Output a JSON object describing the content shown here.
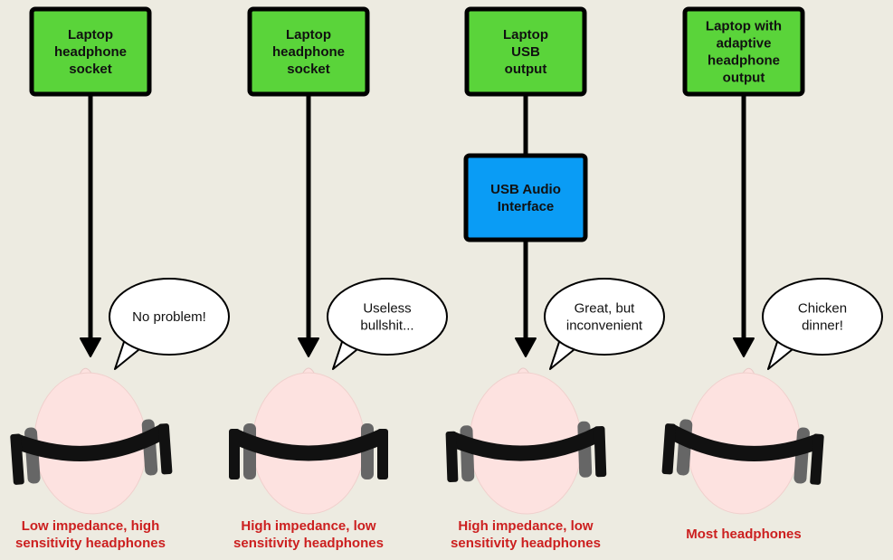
{
  "colors": {
    "background": "#edebe1",
    "laptop_box": "#5ad43a",
    "interface_box": "#0a9cf5",
    "head": "#fde2e0",
    "caption": "#cc1f1f",
    "band": "#111111",
    "earcup": "#666666"
  },
  "columns": [
    {
      "source_lines": [
        "Laptop",
        "headphone",
        "socket"
      ],
      "interface_lines": [],
      "speech_lines": [
        "No problem!"
      ],
      "caption_lines": [
        "Low impedance, high",
        "sensitivity headphones"
      ]
    },
    {
      "source_lines": [
        "Laptop",
        "headphone",
        "socket"
      ],
      "interface_lines": [],
      "speech_lines": [
        "Useless",
        "bullshit..."
      ],
      "caption_lines": [
        "High impedance, low",
        "sensitivity headphones"
      ]
    },
    {
      "source_lines": [
        "Laptop",
        "USB",
        "output"
      ],
      "interface_lines": [
        "USB Audio",
        "Interface"
      ],
      "speech_lines": [
        "Great, but",
        "inconvenient"
      ],
      "caption_lines": [
        "High impedance, low",
        "sensitivity headphones"
      ]
    },
    {
      "source_lines": [
        "Laptop with",
        "adaptive",
        "headphone",
        "output"
      ],
      "interface_lines": [],
      "speech_lines": [
        "Chicken",
        "dinner!"
      ],
      "caption_lines": [
        "Most headphones"
      ]
    }
  ]
}
